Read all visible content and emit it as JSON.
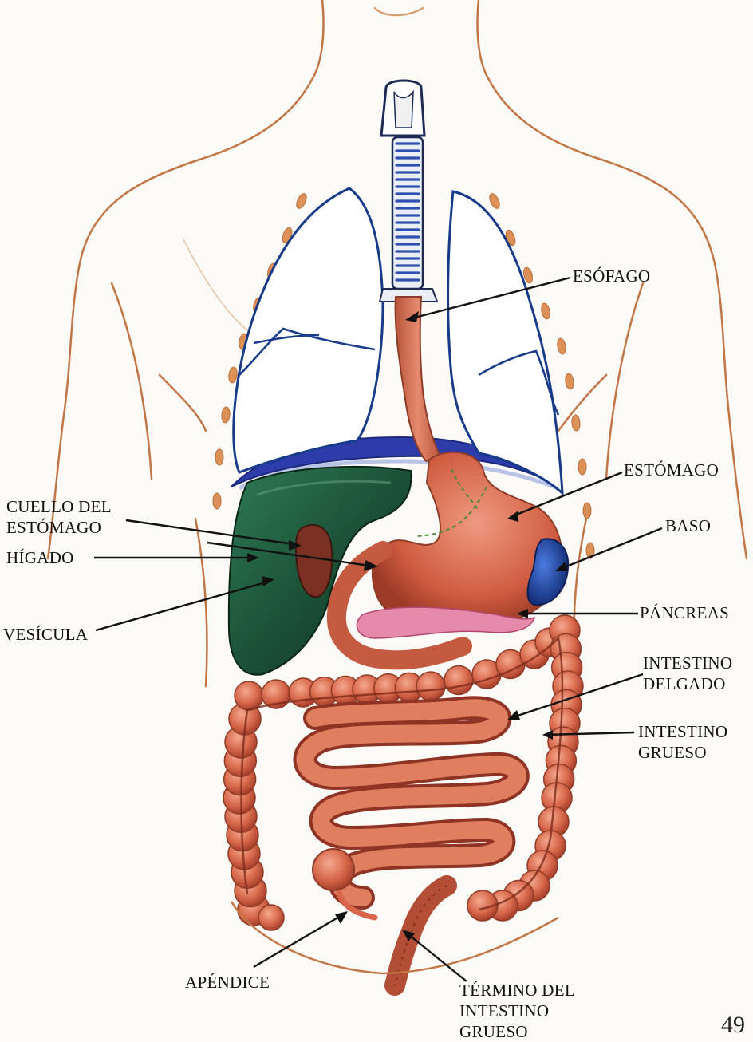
{
  "labels": {
    "esofago": "ESÓFAGO",
    "estomago": "ESTÓMAGO",
    "cuello_l1": "CUELLO DEL",
    "cuello_l2": "ESTÓMAGO",
    "baso": "BASO",
    "higado": "HÍGADO",
    "vesicula": "VESÍCULA",
    "pancreas": "PÁNCREAS",
    "delgado_l1": "INTESTINO",
    "delgado_l2": "DELGADO",
    "grueso_l1": "INTESTINO",
    "grueso_l2": "GRUESO",
    "apendice": "APÉNDICE",
    "termino_l1": "TÉRMINO DEL",
    "termino_l2": "INTESTINO",
    "termino_l3": "GRUESO"
  },
  "page_number": "49",
  "colors": {
    "outline": "#b8673a",
    "liver": "#1f5a3c",
    "stomach": "#c9583a",
    "intestine": "#c7563c",
    "spleen": "#1d3f9a",
    "pancreas": "#e583a6",
    "lung_edge": "#1c3f8f",
    "diaphragm": "#2f3fb0",
    "rib": "#d9894f"
  }
}
